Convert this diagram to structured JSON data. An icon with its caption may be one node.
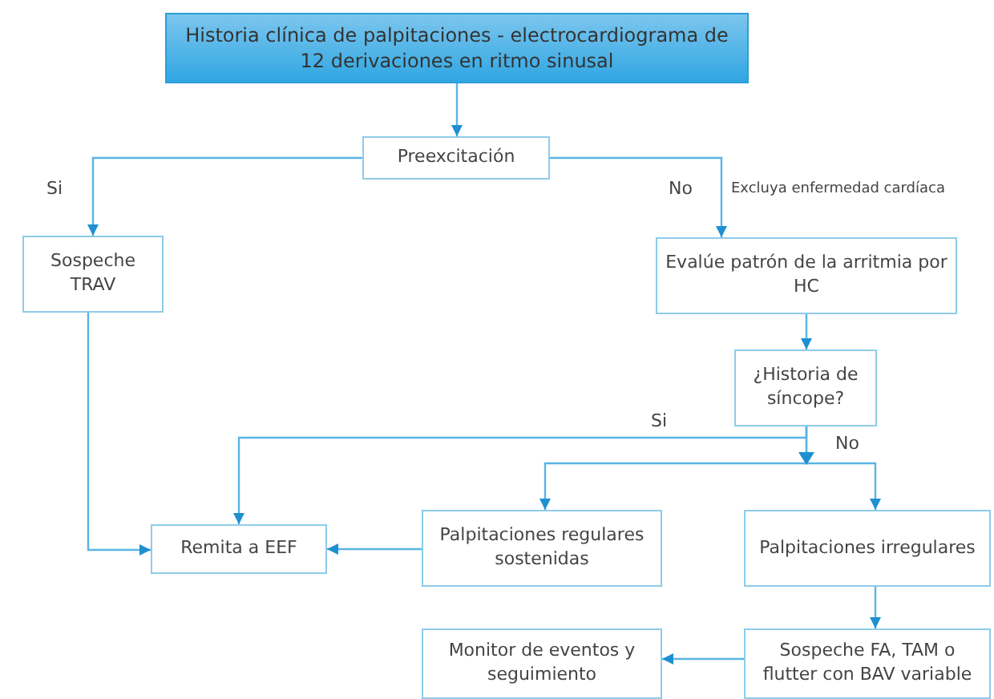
{
  "diagram": {
    "nodes": [
      {
        "text": [
          "Historia clínica de palpitaciones - electrocardiograma de 12 derivaciones en ritmo sinusal"
        ]
      },
      {
        "text": [
          "Preexcitación"
        ]
      },
      {
        "text": [
          "Sospeche TRAV"
        ]
      },
      {
        "text": [
          "Evalúe patrón de la arritmia por HC"
        ]
      },
      {
        "text": [
          "¿Historia de síncope?"
        ]
      },
      {
        "text": [
          "Remita a EEF"
        ]
      },
      {
        "text": [
          "Palpitaciones regulares sostenidas"
        ]
      },
      {
        "text": [
          "Palpitaciones irregulares"
        ]
      },
      {
        "text": [
          "Monitor de eventos y seguimiento"
        ]
      },
      {
        "text": [
          "Sospeche FA, TAM o flutter con BAV variable"
        ]
      }
    ],
    "edges": [
      {
        "from": 0,
        "to": 1,
        "arrow": "to"
      },
      {
        "from": 1,
        "to": 2,
        "arrow": "to",
        "label": "Si"
      },
      {
        "from": 1,
        "to": 3,
        "arrow": "to",
        "label": "No"
      },
      {
        "from": 3,
        "to": 4,
        "arrow": "to"
      },
      {
        "from": 4,
        "to": 5,
        "arrow": "to",
        "label": "Si"
      },
      {
        "from": 4,
        "to": 6,
        "arrow": "to",
        "label": "No"
      },
      {
        "from": 4,
        "to": 7,
        "arrow": "to"
      },
      {
        "from": 2,
        "to": 5,
        "arrow": "to"
      },
      {
        "from": 6,
        "to": 5,
        "arrow": "to"
      },
      {
        "from": 7,
        "to": 9,
        "arrow": "to"
      },
      {
        "from": 9,
        "to": 8,
        "arrow": "to"
      }
    ],
    "labels": [
      "Excluya enfermedad cardíaca"
    ]
  }
}
